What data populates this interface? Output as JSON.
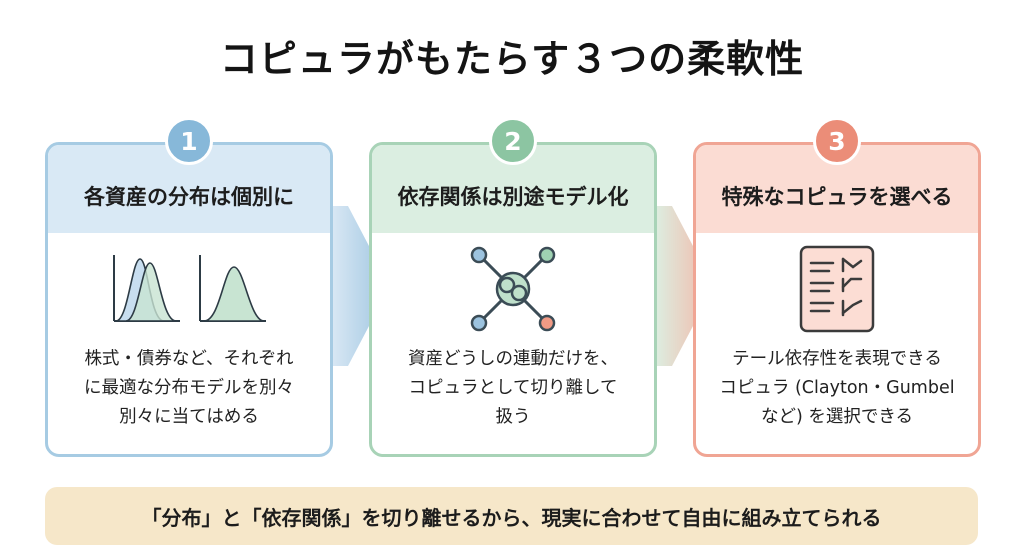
{
  "title": "コピュラがもたらす３つの柔軟性",
  "colors": {
    "blue_accent": "#87b8d9",
    "green_accent": "#8cc5a2",
    "red_accent": "#eb8d78",
    "banner_bg": "#f6e7c9"
  },
  "cards": [
    {
      "number": "1",
      "heading": "各資産の分布は個別に",
      "icon": "distribution-curves-icon",
      "desc_lines": [
        "株式・債券など、それぞれ",
        "に最適な分布モデルを別々",
        "別々に当てはめる"
      ]
    },
    {
      "number": "2",
      "heading": "依存関係は別途モデル化",
      "icon": "linked-network-icon",
      "desc_lines": [
        "資産どうしの連動だけを、",
        "コピュラとして切り離して",
        "扱う"
      ]
    },
    {
      "number": "3",
      "heading": "特殊なコピュラを選べる",
      "icon": "checklist-document-icon",
      "desc_lines": [
        "テール依存性を表現できる",
        "コピュラ (Clayton・Gumbel",
        "など) を選択できる"
      ]
    }
  ],
  "banner": "「分布」と「依存関係」を切り離せるから、現実に合わせて自由に組み立てられる"
}
